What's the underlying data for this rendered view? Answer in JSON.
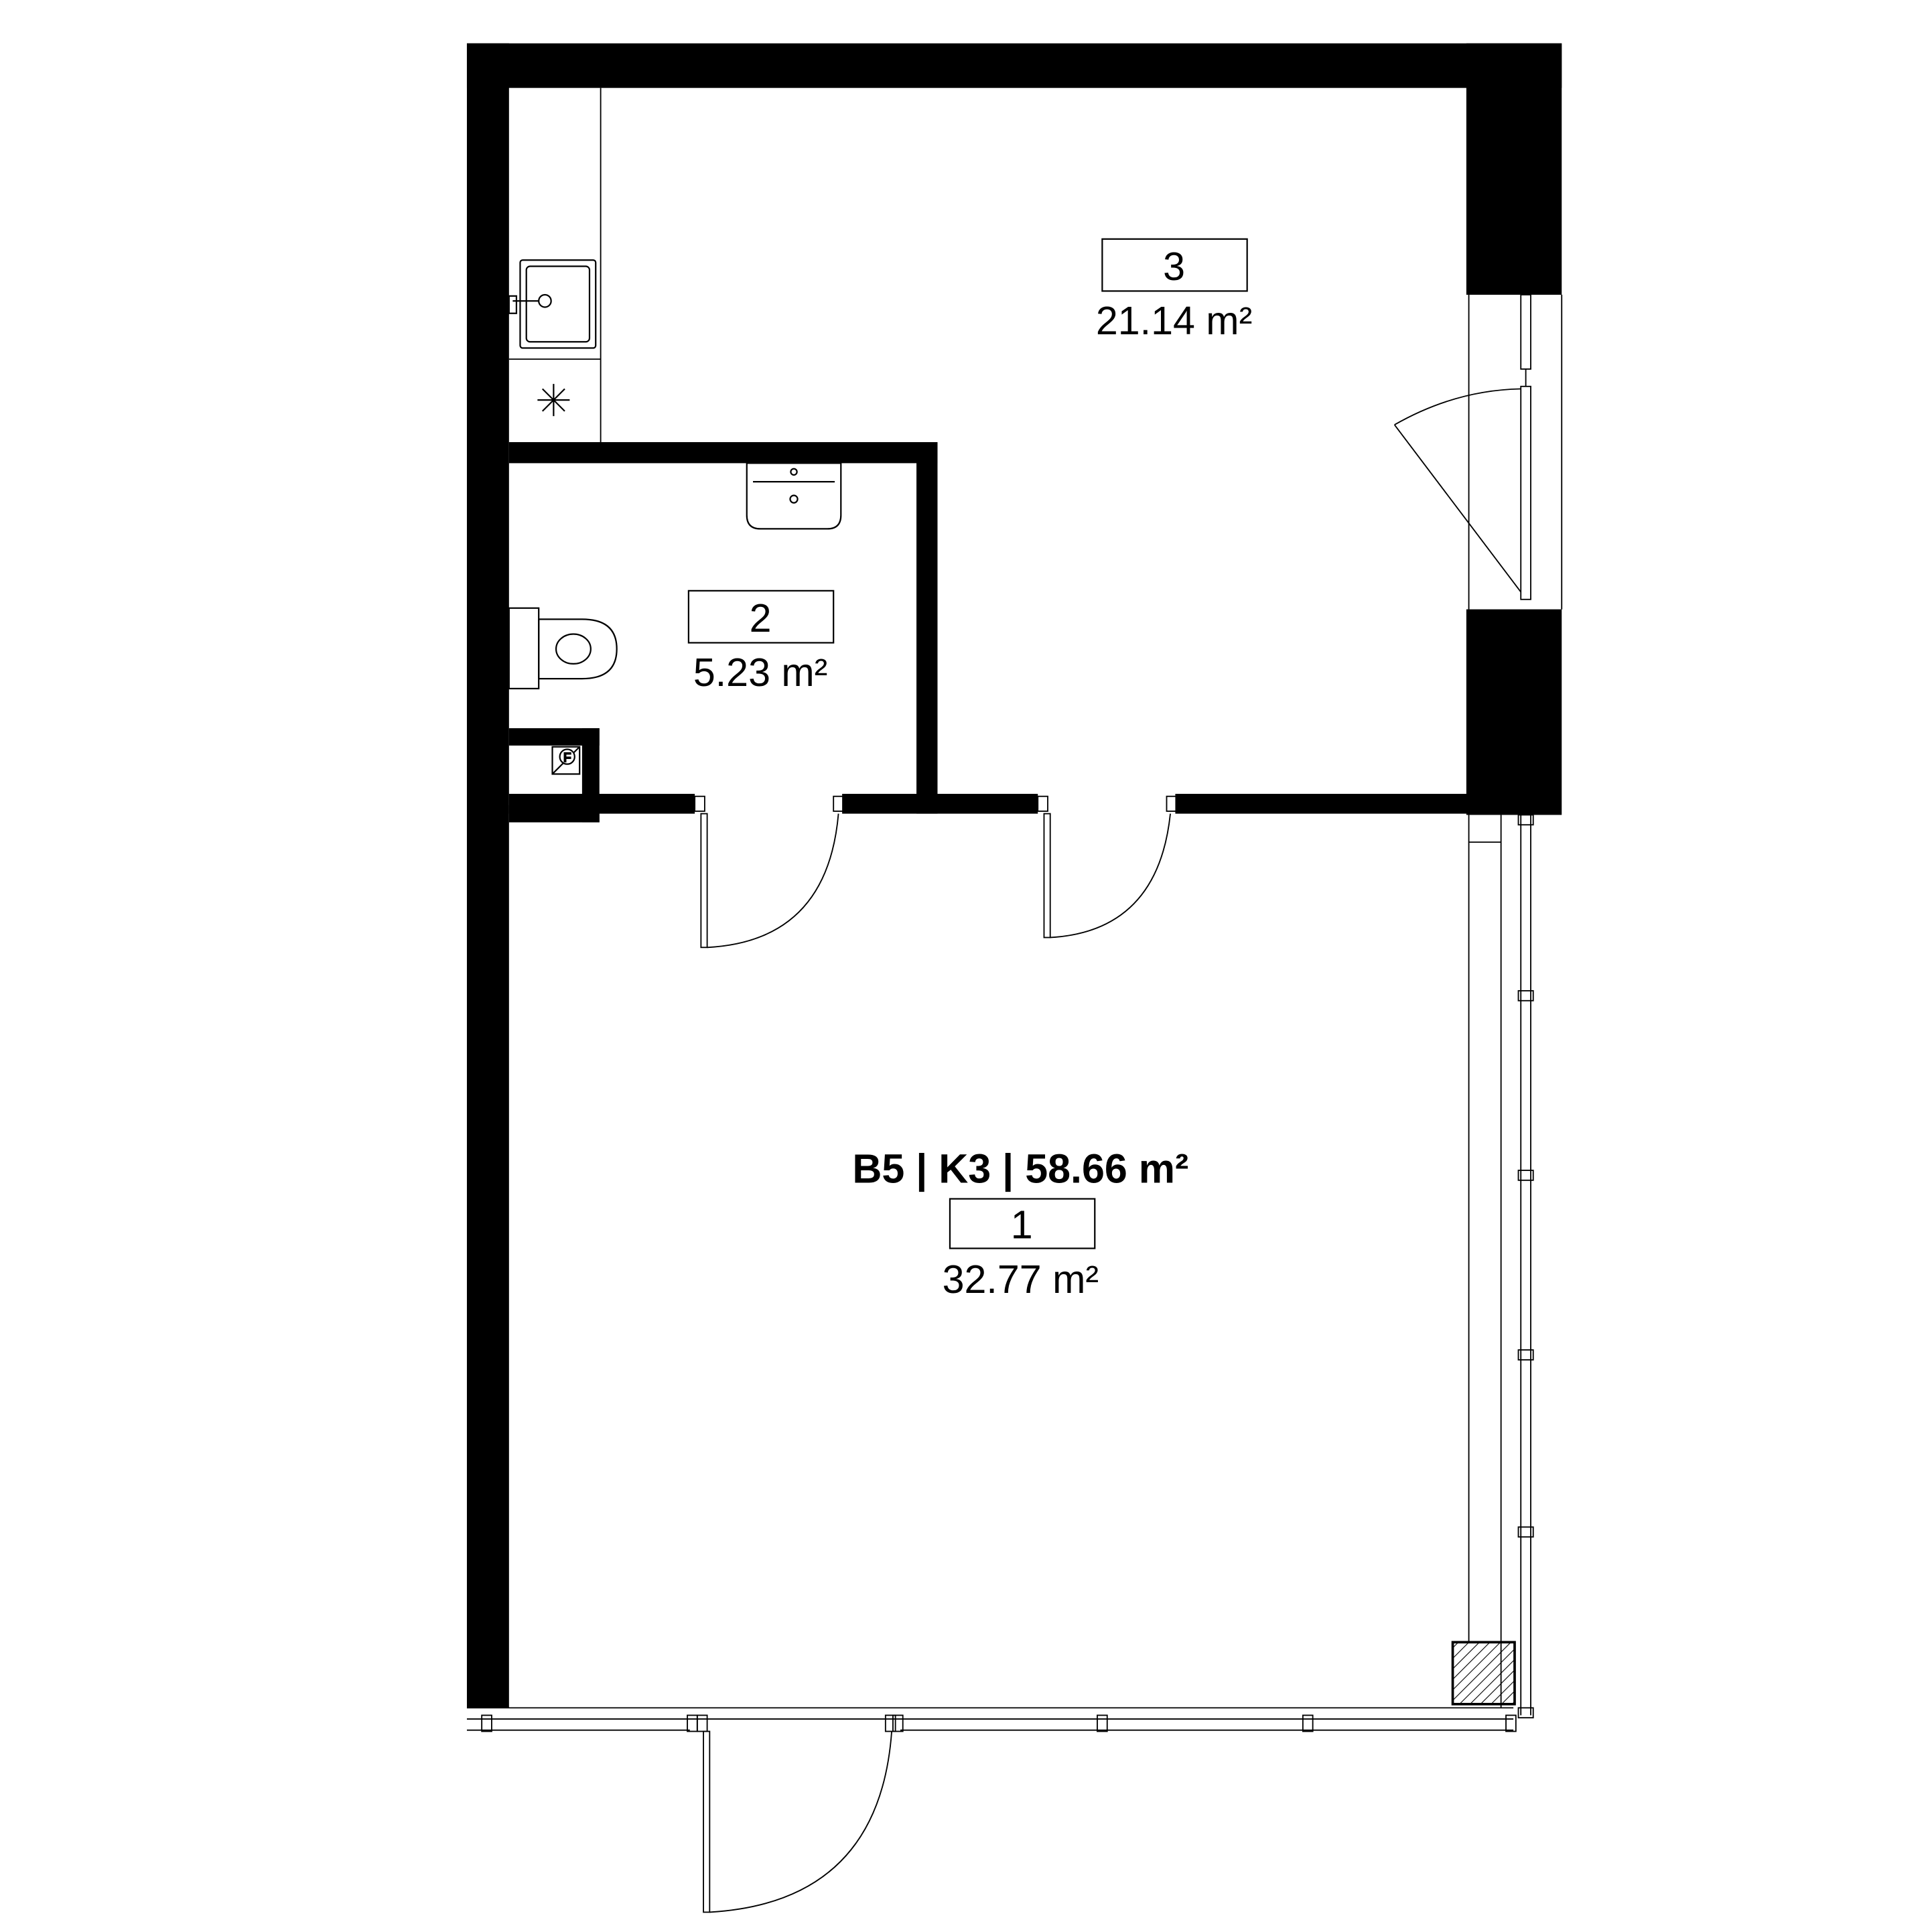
{
  "colors": {
    "background": "#ffffff",
    "wall": "#000000",
    "line": "#000000",
    "label_box_border": "#000000"
  },
  "unit_label": "B5 | K3 | 58.66 m²",
  "rooms": [
    {
      "number": "3",
      "area": "21.14 m²"
    },
    {
      "number": "2",
      "area": "5.23 m²"
    },
    {
      "number": "1",
      "area": "32.77 m²"
    }
  ],
  "fixture_labels": {
    "shaft_mark": "F"
  },
  "icons": {
    "kitchen_sink": "kitchen-sink-icon",
    "hob": "hob-icon",
    "wash_basin": "wash-basin-icon",
    "toilet": "toilet-icon",
    "shaft": "shaft-icon",
    "column": "column-icon"
  }
}
